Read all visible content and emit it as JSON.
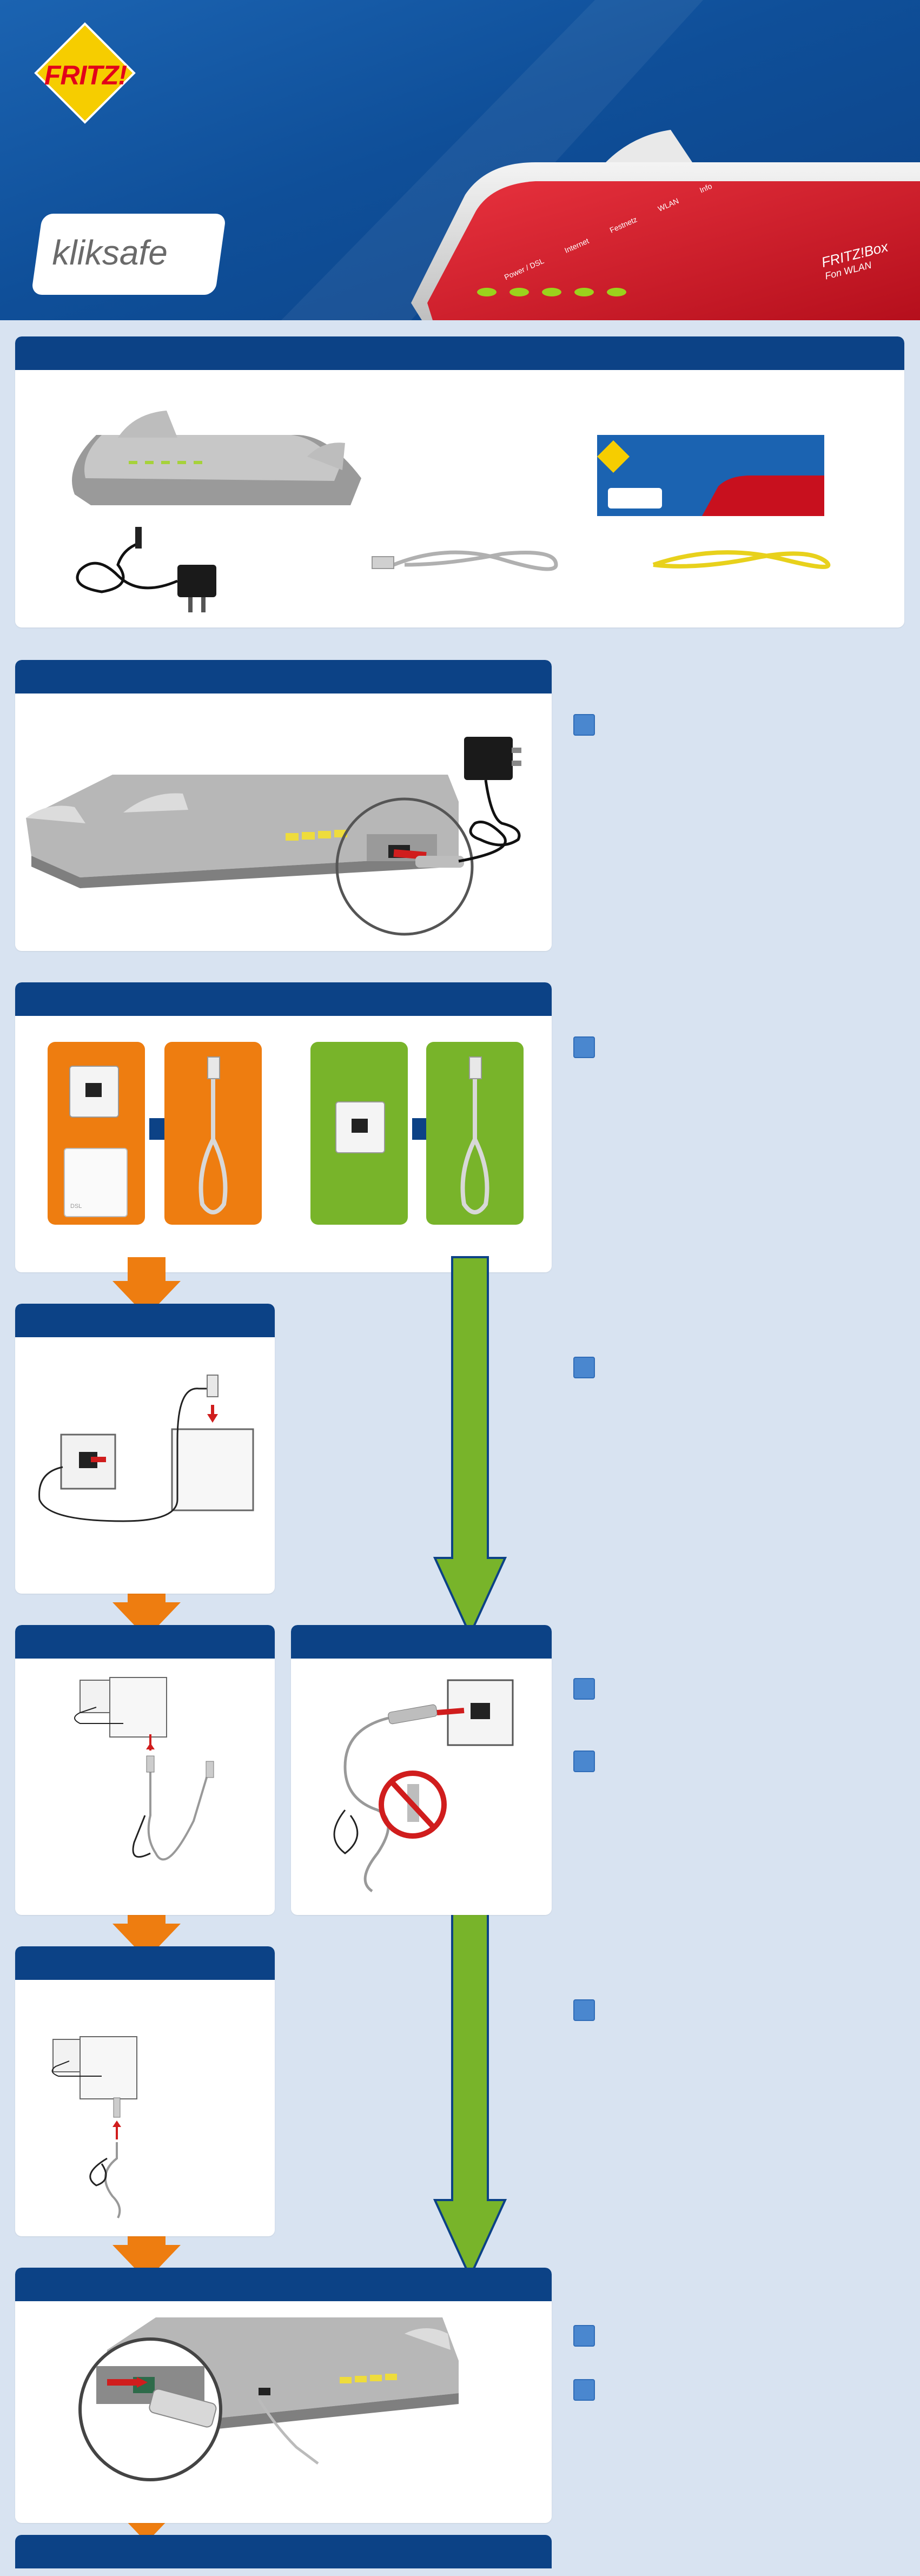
{
  "brand": {
    "logo_text": "FRITZ!",
    "partner_logo_text": "kliksafe",
    "router_badge": "FRITZ!Box",
    "router_model": "Fon WLAN",
    "router_leds": [
      "Power / DSL",
      "Internet",
      "Festnetz",
      "WLAN",
      "Info"
    ]
  },
  "splitter_label": "DSL",
  "colors": {
    "header_blue": "#1b63b1",
    "section_blue": "#0c4286",
    "page_background": "#d8e3f1",
    "orange": "#ee7d10",
    "green": "#78b42a",
    "fritz_yellow": "#f6cd00",
    "fritz_red": "#e2001a",
    "prohibited_red": "#d01d1d"
  },
  "icons": [
    "arrow-down-icon",
    "arrow-right-icon",
    "prohibited-icon",
    "bullet-square-icon"
  ]
}
